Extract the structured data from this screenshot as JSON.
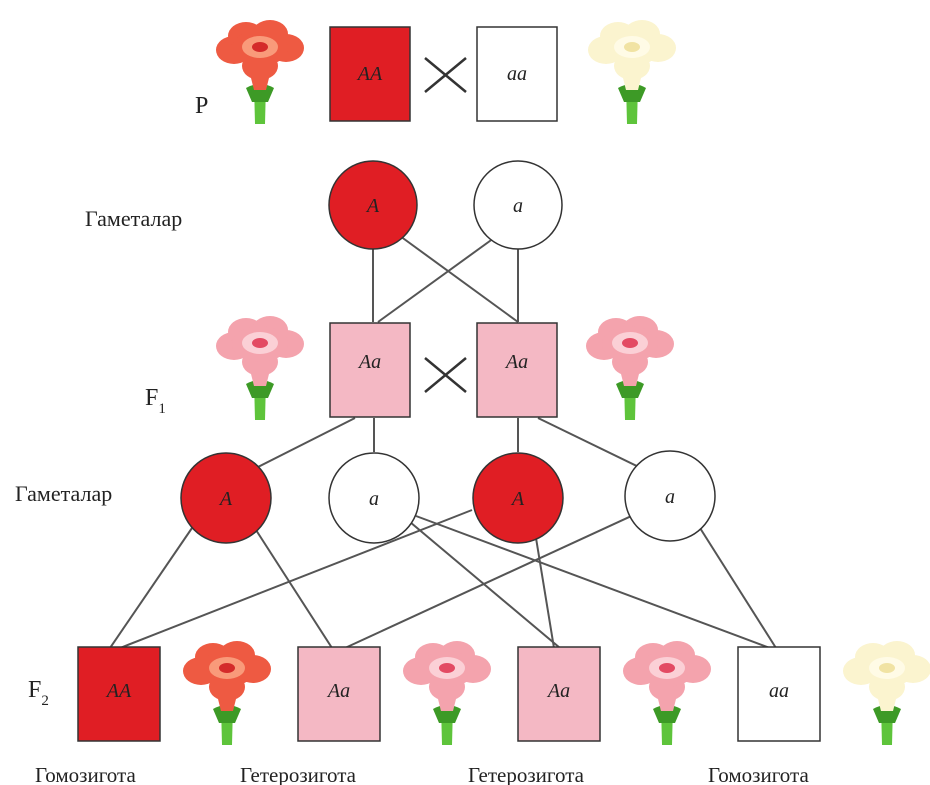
{
  "labels": {
    "p": "P",
    "gametes_1": "Гаметалар",
    "f1": "F",
    "f1_sub": "1",
    "gametes_2": "Гаметалар",
    "f2": "F",
    "f2_sub": "2"
  },
  "parents": [
    {
      "genotype": "AA",
      "color": "#e01e24",
      "flower": "red"
    },
    {
      "genotype": "aa",
      "color": "#ffffff",
      "flower": "white"
    }
  ],
  "gametes_p": [
    {
      "allele": "A",
      "color": "#e01e24"
    },
    {
      "allele": "a",
      "color": "#ffffff"
    }
  ],
  "f1": [
    {
      "genotype": "Aa",
      "color": "#f4b8c4",
      "flower": "pink"
    },
    {
      "genotype": "Aa",
      "color": "#f4b8c4",
      "flower": "pink"
    }
  ],
  "gametes_f1": [
    {
      "allele": "A",
      "color": "#e01e24"
    },
    {
      "allele": "a",
      "color": "#ffffff"
    },
    {
      "allele": "A",
      "color": "#e01e24"
    },
    {
      "allele": "a",
      "color": "#ffffff"
    }
  ],
  "f2": [
    {
      "genotype": "AA",
      "color": "#e01e24",
      "flower": "red",
      "caption": "Гомозигота"
    },
    {
      "genotype": "Aa",
      "color": "#f4b8c4",
      "flower": "pink",
      "caption": "Гетерозигота"
    },
    {
      "genotype": "Aa",
      "color": "#f4b8c4",
      "flower": "pink",
      "caption": "Гетерозигота"
    },
    {
      "genotype": "aa",
      "color": "#ffffff",
      "flower": "white",
      "caption": "Гомозигота"
    }
  ],
  "flower_colors": {
    "red": {
      "petal": "#ee5a42",
      "inner": "#f99a7a",
      "center": "#d42a2a"
    },
    "pink": {
      "petal": "#f4a3ad",
      "inner": "#fbd0d6",
      "center": "#e34a63"
    },
    "white": {
      "petal": "#fbf4cf",
      "inner": "#fffbe6",
      "center": "#f1e3a3"
    },
    "stem": "#5ec43b",
    "stem_dark": "#3d9a26"
  }
}
